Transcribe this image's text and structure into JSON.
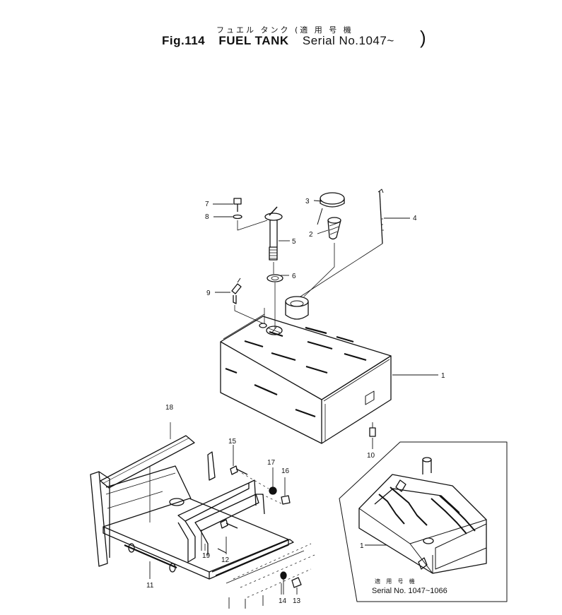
{
  "figure": {
    "jp_title": "フュエル タンク (適 用 号 機",
    "fig_label": "Fig.114",
    "name": "FUEL TANK",
    "serial_label": "Serial No.1047~",
    "close_paren": ")",
    "open_paren": "("
  },
  "callouts": [
    "1",
    "2",
    "3",
    "4",
    "5",
    "6",
    "7",
    "8",
    "9",
    "10",
    "11",
    "12",
    "13",
    "14",
    "15",
    "16",
    "17",
    "18",
    "19"
  ],
  "inset": {
    "jp_caption": "適 用 号 機",
    "serial_caption": "Serial No. 1047~1066",
    "callout": "1"
  },
  "colors": {
    "ink": "#111111",
    "paper": "#ffffff"
  }
}
